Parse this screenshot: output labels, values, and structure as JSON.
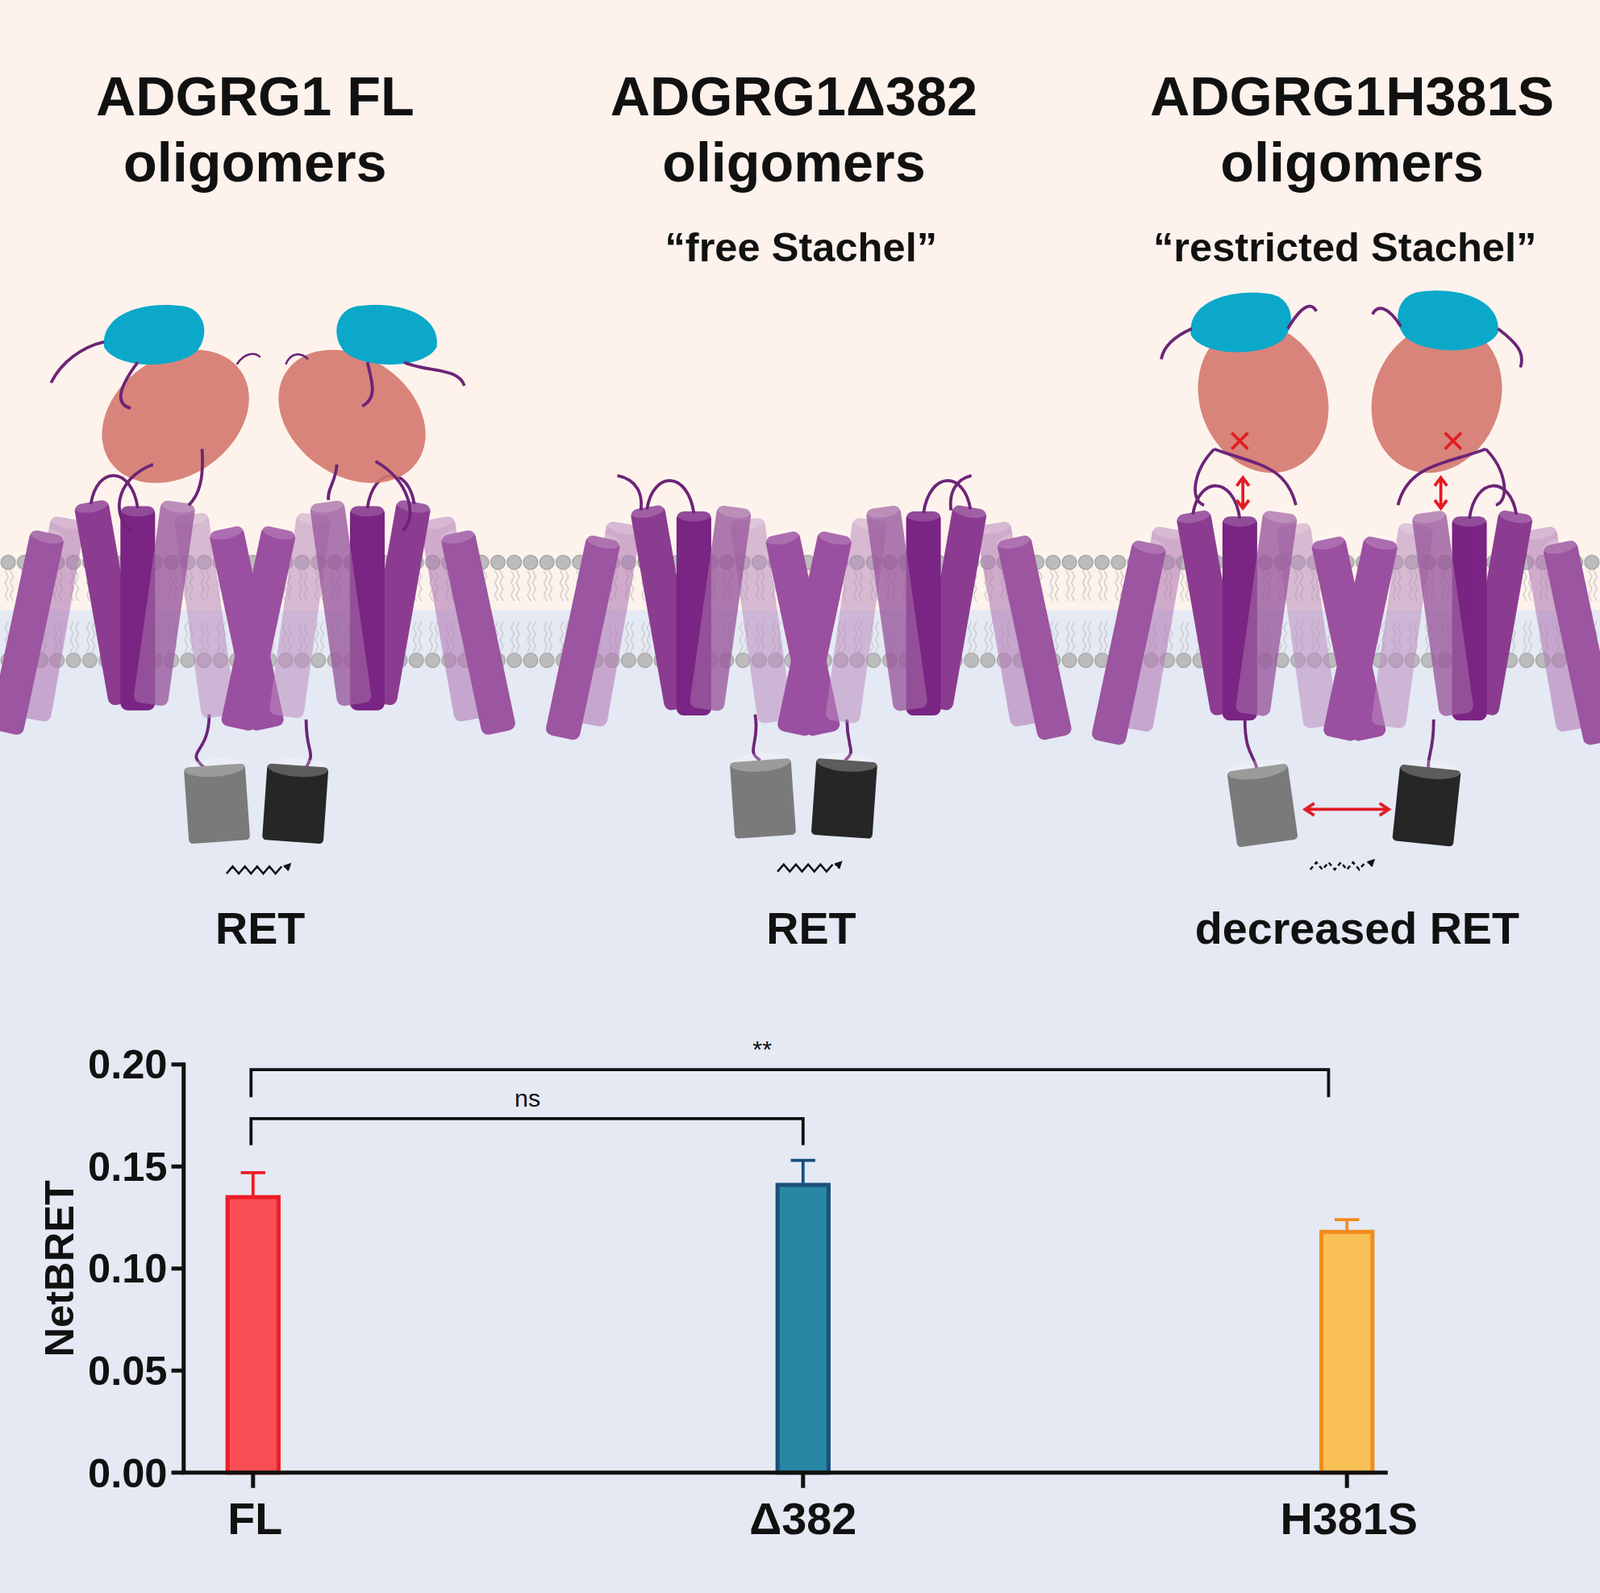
{
  "diagram": {
    "labels": [
      "ADGRG1 FL oligomers",
      "ADGRG1Δ382 oligomers",
      "“free Stachel”",
      "ADGRG1H381S oligomers",
      "“restricted Stachel”",
      "RET",
      "RET",
      "decreased RET",
      "**",
      "ns",
      "0.20",
      "0.15",
      "0.10",
      "0.05",
      "0.00",
      "NetBRET",
      "FL",
      "Δ382",
      "H381S"
    ]
  }
}
